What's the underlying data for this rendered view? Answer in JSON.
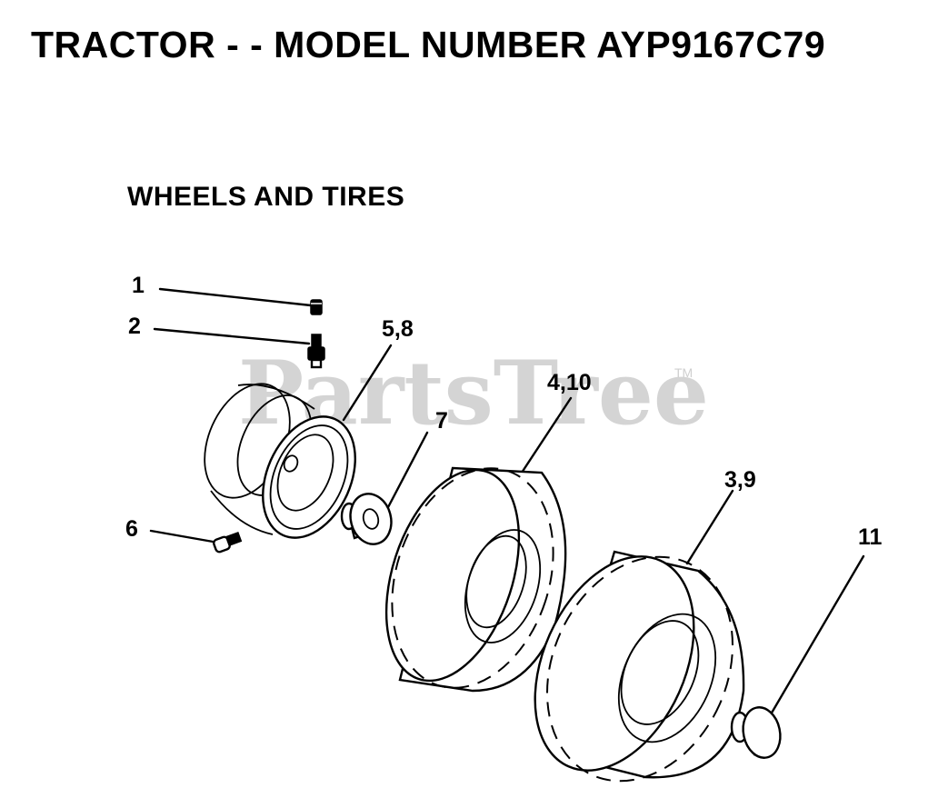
{
  "title": "TRACTOR - - MODEL NUMBER AYP9167C79",
  "section_title": "WHEELS AND TIRES",
  "watermark": {
    "text": "PartsTree",
    "trademark": "TM"
  },
  "callouts": [
    {
      "id": "cap",
      "label": "1"
    },
    {
      "id": "valve",
      "label": "2"
    },
    {
      "id": "rim",
      "label": "5,8"
    },
    {
      "id": "front-tire",
      "label": "4,10"
    },
    {
      "id": "bushing",
      "label": "7"
    },
    {
      "id": "fitting",
      "label": "6"
    },
    {
      "id": "rear-tire",
      "label": "3,9"
    },
    {
      "id": "hub-cap",
      "label": "11"
    }
  ]
}
